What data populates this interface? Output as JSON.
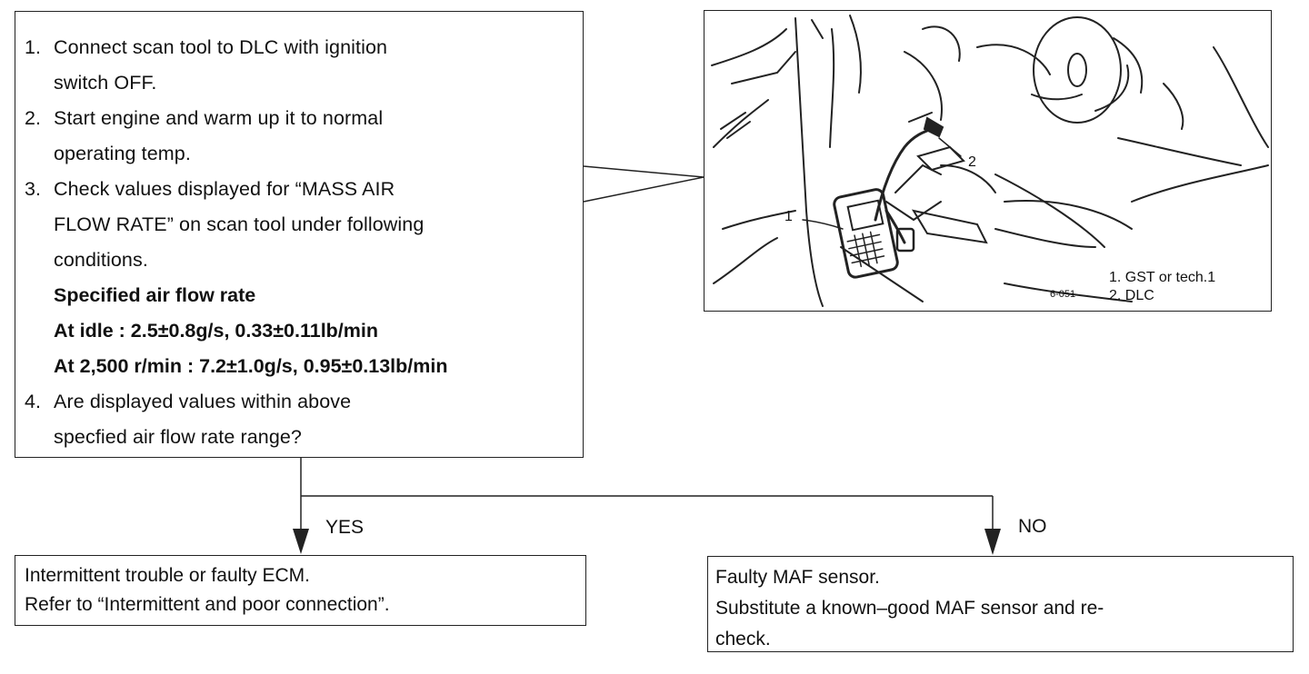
{
  "steps": [
    {
      "num": "1.",
      "lines": [
        "Connect scan tool to DLC with ignition",
        "switch OFF."
      ]
    },
    {
      "num": "2.",
      "lines": [
        "Start engine and warm up it to normal",
        "operating temp."
      ]
    },
    {
      "num": "3.",
      "lines": [
        "Check values displayed for “MASS AIR",
        "FLOW RATE” on scan tool under following",
        "conditions."
      ]
    },
    {
      "num": "4.",
      "lines": [
        "Are displayed values within above",
        "specfied air flow rate range?"
      ]
    }
  ],
  "spec": {
    "title": "Specified air flow rate",
    "idle": "At idle : 2.5±0.8g/s, 0.33±0.11lb/min",
    "rpm": "At 2,500 r/min : 7.2±1.0g/s, 0.95±0.13lb/min"
  },
  "figure": {
    "callouts": [
      "1",
      "2"
    ],
    "code": "6-051",
    "legend": [
      "1.  GST or tech.1",
      "2.  DLC"
    ]
  },
  "branches": {
    "yes_label": "YES",
    "no_label": "NO",
    "yes_lines": [
      "Intermittent trouble or faulty ECM.",
      "Refer to “Intermittent and poor connection”."
    ],
    "no_lines": [
      "Faulty MAF sensor.",
      "Substitute a known–good MAF sensor and re-",
      "check."
    ]
  }
}
